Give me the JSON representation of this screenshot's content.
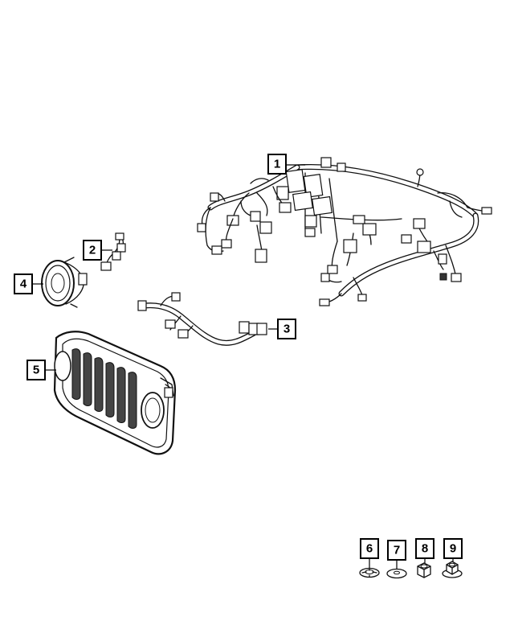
{
  "callouts": [
    {
      "id": "1",
      "label": "1"
    },
    {
      "id": "2",
      "label": "2"
    },
    {
      "id": "3",
      "label": "3"
    },
    {
      "id": "4",
      "label": "4"
    },
    {
      "id": "5",
      "label": "5"
    },
    {
      "id": "6",
      "label": "6"
    },
    {
      "id": "7",
      "label": "7"
    },
    {
      "id": "8",
      "label": "8"
    },
    {
      "id": "9",
      "label": "9"
    }
  ],
  "parts": [
    {
      "callout": "1",
      "icon": "instrument-panel-wiring-harness-icon"
    },
    {
      "callout": "2",
      "icon": "headlamp-jumper-wiring-icon"
    },
    {
      "callout": "3",
      "icon": "jumper-wiring-harness-icon"
    },
    {
      "callout": "4",
      "icon": "headlamp-icon"
    },
    {
      "callout": "5",
      "icon": "grille-icon"
    },
    {
      "callout": "6",
      "icon": "push-nut-icon"
    },
    {
      "callout": "7",
      "icon": "washer-icon"
    },
    {
      "callout": "8",
      "icon": "hex-nut-icon"
    },
    {
      "callout": "9",
      "icon": "flange-nut-icon"
    }
  ],
  "colors": {
    "line": "#111111",
    "background": "#ffffff"
  }
}
